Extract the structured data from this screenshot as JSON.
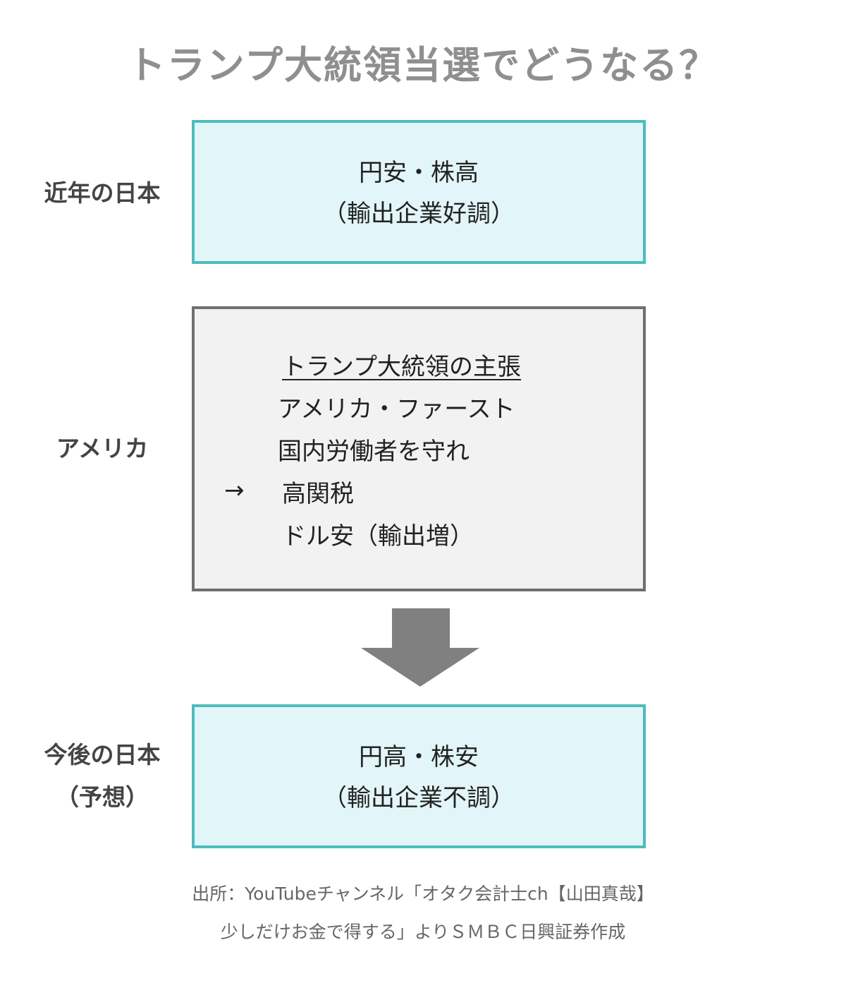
{
  "title": "トランプ大統領当選でどうなる？",
  "rows": {
    "recent_japan": {
      "label": "近年の日本",
      "lines": [
        "円安・株高",
        "（輸出企業好調）"
      ]
    },
    "america": {
      "label": "アメリカ",
      "claims_heading": "トランプ大統領の主張",
      "claims": [
        "アメリカ・ファースト",
        "国内労働者を守れ"
      ],
      "arrow": "→",
      "results": [
        "高関税",
        "ドル安（輸出増）"
      ]
    },
    "future_japan": {
      "label_lines": [
        "今後の日本",
        "（予想）"
      ],
      "lines": [
        "円高・株安",
        "（輸出企業不調）"
      ]
    }
  },
  "source": {
    "lines": [
      "出所：YouTubeチャンネル「オタク会計士ch【山田真哉】",
      "少しだけお金で得する」よりＳＭＢＣ日興証券作成"
    ]
  },
  "colors": {
    "title": "#8f8f8f",
    "teal_fill": "#e2f5f8",
    "teal_border": "#4dbcbc",
    "gray_fill": "#f2f2f2",
    "gray_border": "#707070",
    "arrow": "#808080"
  },
  "icons": {
    "flow_arrow": "down-arrow-icon"
  }
}
